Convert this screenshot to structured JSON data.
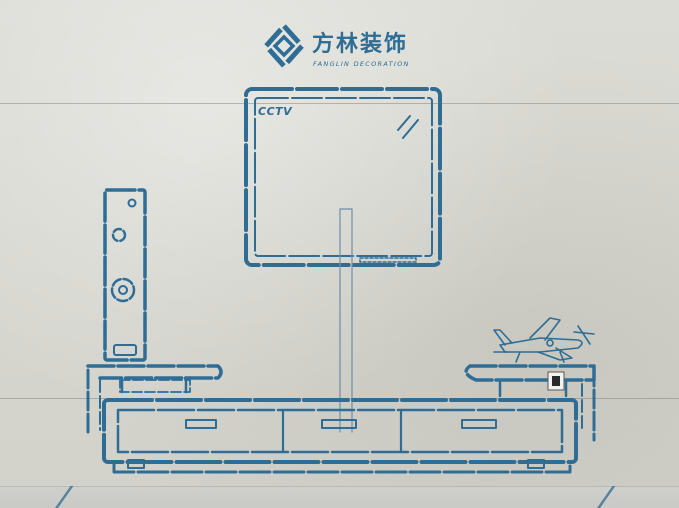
{
  "brand": {
    "name": "方林装饰",
    "subtitle": "FANGLIN DECORATION"
  },
  "tv": {
    "channel_logo": "CCTV"
  },
  "colors": {
    "wall": "#d9d9d4",
    "stencil_blue": "#2f6d95",
    "floor_accent": "#3a6f95"
  },
  "icons": [
    "brand-logo-icon",
    "airplane-model-icon",
    "speaker-icon",
    "wall-socket-icon"
  ]
}
